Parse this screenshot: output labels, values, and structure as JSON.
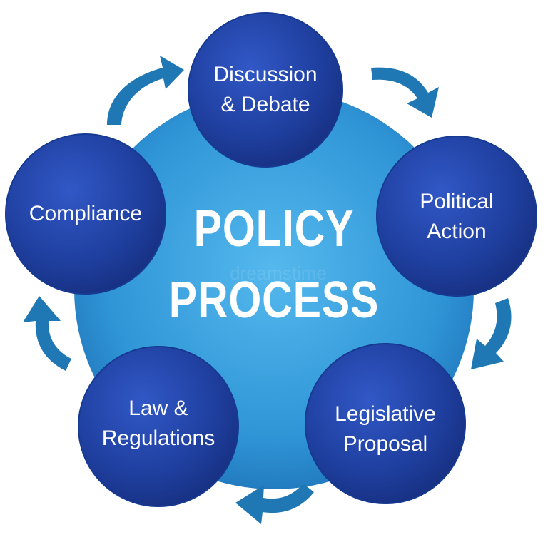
{
  "diagram": {
    "title_line1": "POLICY",
    "title_line2": "PROCESS",
    "watermark": "dreamstime",
    "nodes": [
      {
        "id": "discussion",
        "line1": "Discussion",
        "line2": "& Debate"
      },
      {
        "id": "political",
        "line1": "Political",
        "line2": "Action"
      },
      {
        "id": "legislative",
        "line1": "Legislative",
        "line2": "Proposal"
      },
      {
        "id": "law",
        "line1": "Law &",
        "line2": "Regulations"
      },
      {
        "id": "compliance",
        "line1": "Compliance",
        "line2": ""
      }
    ],
    "colors": {
      "node_fill": "#1f3f9f",
      "node_highlight": "#2d56c2",
      "core_fill": "#2f95d6",
      "core_highlight": "#4fb4ec",
      "arrow": "#1f78b4",
      "text": "#ffffff"
    }
  }
}
